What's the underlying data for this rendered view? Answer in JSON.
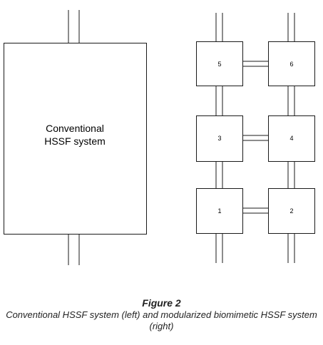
{
  "figure": {
    "left_system": {
      "label_lines": [
        "Conventional",
        "HSSF system"
      ]
    },
    "modules": [
      {
        "id": "5",
        "label": "5"
      },
      {
        "id": "6",
        "label": "6"
      },
      {
        "id": "3",
        "label": "3"
      },
      {
        "id": "4",
        "label": "4"
      },
      {
        "id": "1",
        "label": "1"
      },
      {
        "id": "2",
        "label": "2"
      }
    ],
    "caption": {
      "title": "Figure 2",
      "text": "Conventional HSSF system (left) and modularized biomimetic HSSF system (right)"
    }
  },
  "colors": {
    "stroke": "#1a1a1a",
    "caption_text": "#222222"
  }
}
